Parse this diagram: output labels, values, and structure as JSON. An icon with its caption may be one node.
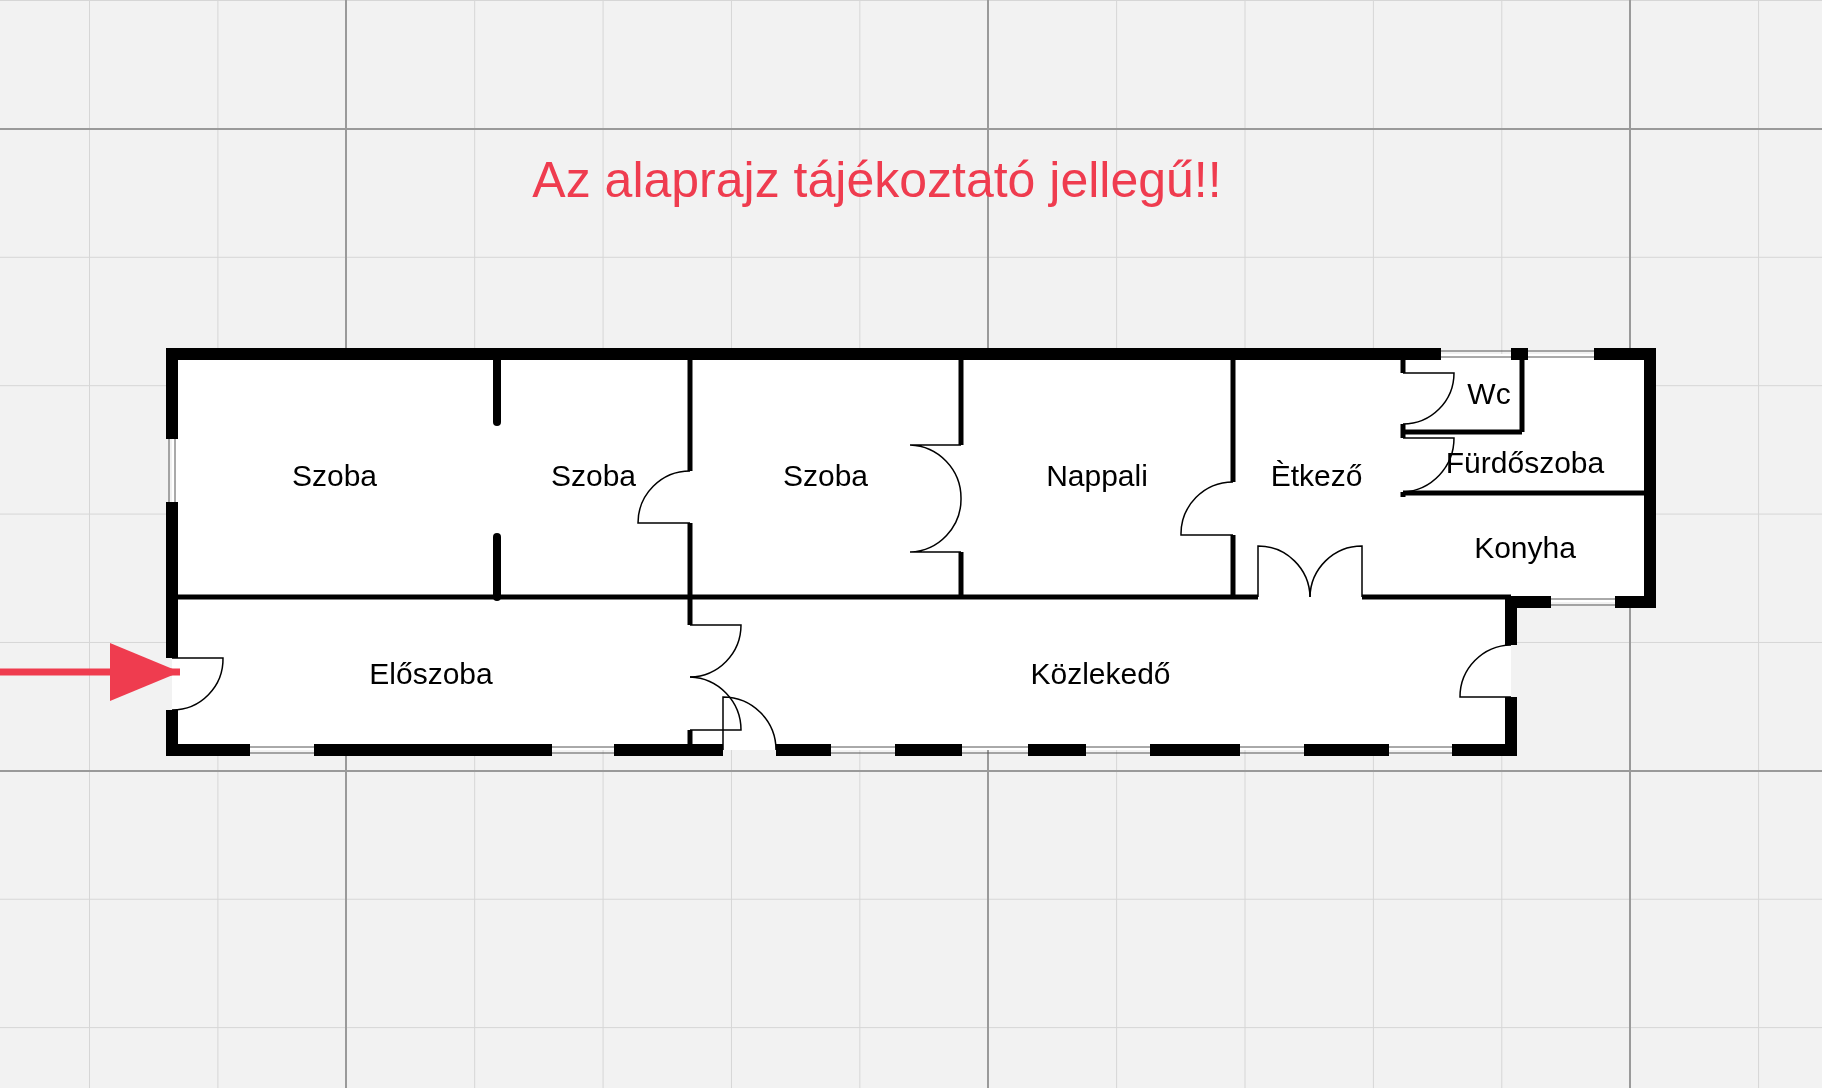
{
  "diagram": {
    "title": "Az alaprajz tájékoztató jellegű!!",
    "nodes": [
      {
        "text": [
          "Szoba"
        ]
      },
      {
        "text": [
          "Szoba"
        ]
      },
      {
        "text": [
          "Szoba"
        ]
      },
      {
        "text": [
          "Nappali"
        ]
      },
      {
        "text": [
          "Ètkező"
        ]
      },
      {
        "text": [
          "Wc"
        ]
      },
      {
        "text": [
          "Fürdőszoba"
        ]
      },
      {
        "text": [
          "Konyha"
        ]
      },
      {
        "text": [
          "Előszoba"
        ]
      },
      {
        "text": [
          "Közlekedő"
        ]
      }
    ],
    "edges": [
      {
        "from": null,
        "to": 8,
        "arrow": "to",
        "color": "#ef3c4f"
      }
    ]
  }
}
